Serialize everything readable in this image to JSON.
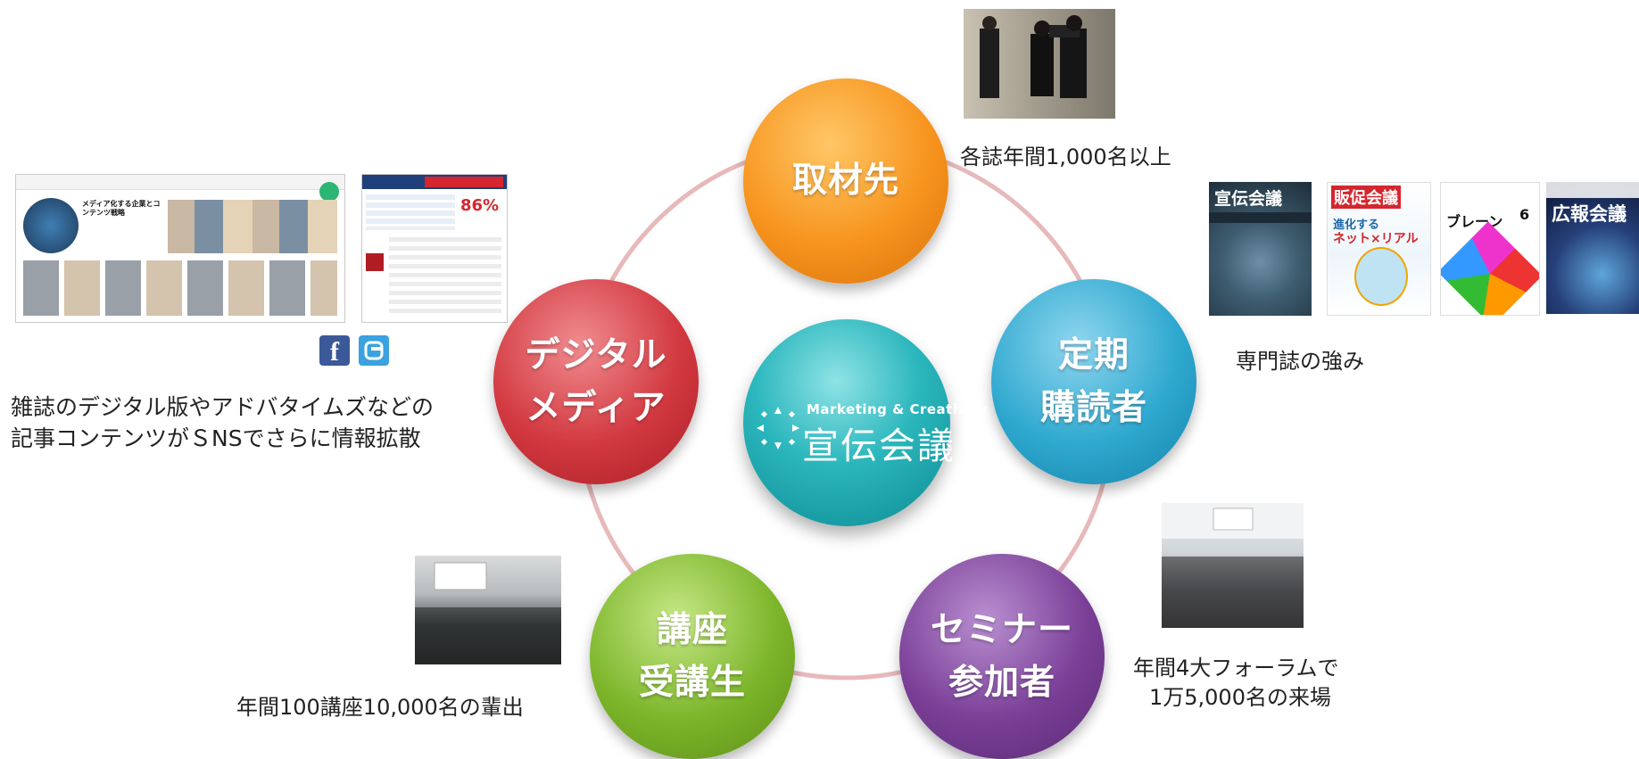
{
  "colors": {
    "ring": "#e7b9ba",
    "node_shuzai": "#f7941e",
    "node_teiki": "#2ea8cf",
    "node_seminar": "#7a3f97",
    "node_koza": "#7cb52a",
    "node_digital": "#d2383f",
    "center": "#1fa6ad"
  },
  "center": {
    "logo_en": "Marketing & Creativity",
    "logo_jp": "宣伝会議"
  },
  "nodes": {
    "shuzai": {
      "line1": "取材先"
    },
    "teiki": {
      "line1": "定期",
      "line2": "購読者"
    },
    "seminar": {
      "line1": "セミナー",
      "line2": "参加者"
    },
    "koza": {
      "line1": "講座",
      "line2": "受講生"
    },
    "digital": {
      "line1": "デジタル",
      "line2": "メディア"
    }
  },
  "captions": {
    "shuzai": "各誌年間1,000名以上",
    "teiki": "専門誌の強み",
    "seminar_line1": "年間4大フォーラムで",
    "seminar_line2": "1万5,000名の来場",
    "koza": "年間100講座10,000名の輩出",
    "digital_line1": "雑誌のデジタル版やアドバタイムズなどの",
    "digital_line2": "記事コンテンツがＳNSでさらに情報拡散"
  },
  "magazines": {
    "senden": "宣伝会議",
    "hansoku": "販促会議",
    "brain": "ブレーン",
    "koho": "広報会議"
  },
  "website": {
    "headline": "メディア化する企業とコンテンツ戦略",
    "stat": "86%"
  },
  "icons": {
    "facebook": "facebook-icon",
    "twitter": "twitter-icon"
  }
}
